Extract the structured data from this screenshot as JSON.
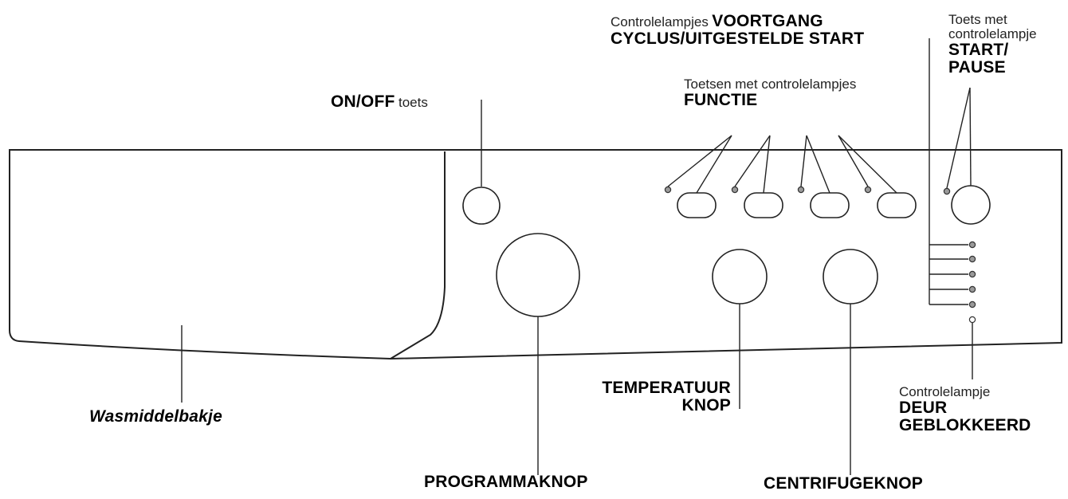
{
  "labels": {
    "on_off": {
      "bold": "ON/OFF",
      "light": "toets"
    },
    "voortgang": {
      "light": "Controlelampjes",
      "bold1": "VOORTGANG",
      "bold2": "CYCLUS/UITGESTELDE START"
    },
    "start_pause": {
      "light1": "Toets met",
      "light2": "controlelampje",
      "bold1": "START/",
      "bold2": "PAUSE"
    },
    "functie": {
      "light": "Toetsen met controlelampjes",
      "bold": "FUNCTIE"
    },
    "wasmiddelbakje": "Wasmiddelbakje",
    "temperatuur": {
      "line1": "TEMPERATUUR",
      "line2": "KNOP"
    },
    "deur": {
      "light": "Controlelampje",
      "bold1": "DEUR",
      "bold2": "GEBLOKKEERD"
    },
    "programmaknop": "PROGRAMMAKNOP",
    "centrifugeknop": "CENTRIFUGEKNOP"
  }
}
